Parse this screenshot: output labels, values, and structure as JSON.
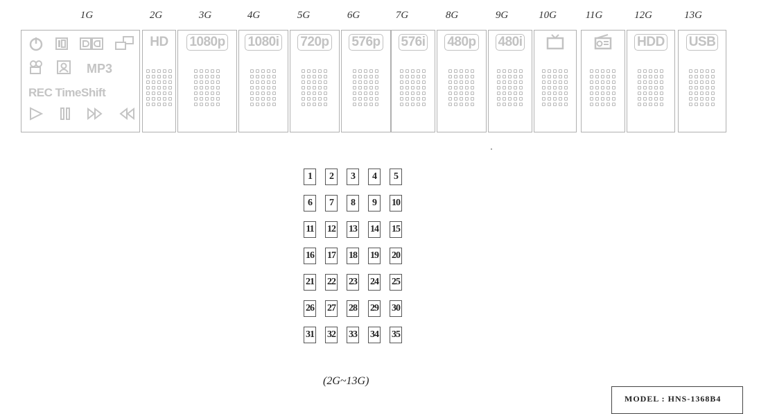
{
  "groups": [
    {
      "id": "1G"
    },
    {
      "id": "2G",
      "title": "HD",
      "boxed": false
    },
    {
      "id": "3G",
      "title": "1080p",
      "boxed": true
    },
    {
      "id": "4G",
      "title": "1080i",
      "boxed": true
    },
    {
      "id": "5G",
      "title": "720p",
      "boxed": true
    },
    {
      "id": "6G",
      "title": "576p",
      "boxed": true
    },
    {
      "id": "7G",
      "title": "576i",
      "boxed": true
    },
    {
      "id": "8G",
      "title": "480p",
      "boxed": true
    },
    {
      "id": "9G",
      "title": "480i",
      "boxed": true
    },
    {
      "id": "10G",
      "icon": "tv-icon"
    },
    {
      "id": "11G",
      "icon": "radio-icon"
    },
    {
      "id": "12G",
      "title": "HDD",
      "boxed": true
    },
    {
      "id": "13G",
      "title": "USB",
      "boxed": true
    }
  ],
  "g1_panel": {
    "mp3": "MP3",
    "rec_timeshift": "REC TimeShift",
    "icons_row1": [
      "power-icon",
      "ir-icon",
      "dolby-icon",
      "network-icon"
    ],
    "icons_row2": [
      "camera-icon",
      "user-icon"
    ],
    "icons_row4": [
      "play-icon",
      "pause-icon",
      "fast-forward-icon",
      "rewind-icon"
    ]
  },
  "segment_numbers": [
    "1",
    "2",
    "3",
    "4",
    "5",
    "6",
    "7",
    "8",
    "9",
    "10",
    "11",
    "12",
    "13",
    "14",
    "15",
    "16",
    "17",
    "18",
    "19",
    "20",
    "21",
    "22",
    "23",
    "24",
    "25",
    "26",
    "27",
    "28",
    "29",
    "30",
    "31",
    "32",
    "33",
    "34",
    "35"
  ],
  "range_caption": "(2G~13G)",
  "model_label": "MODEL : HNS-1368B4",
  "colors": {
    "segment_gray": "#c2c2c2",
    "ink": "#222222"
  }
}
